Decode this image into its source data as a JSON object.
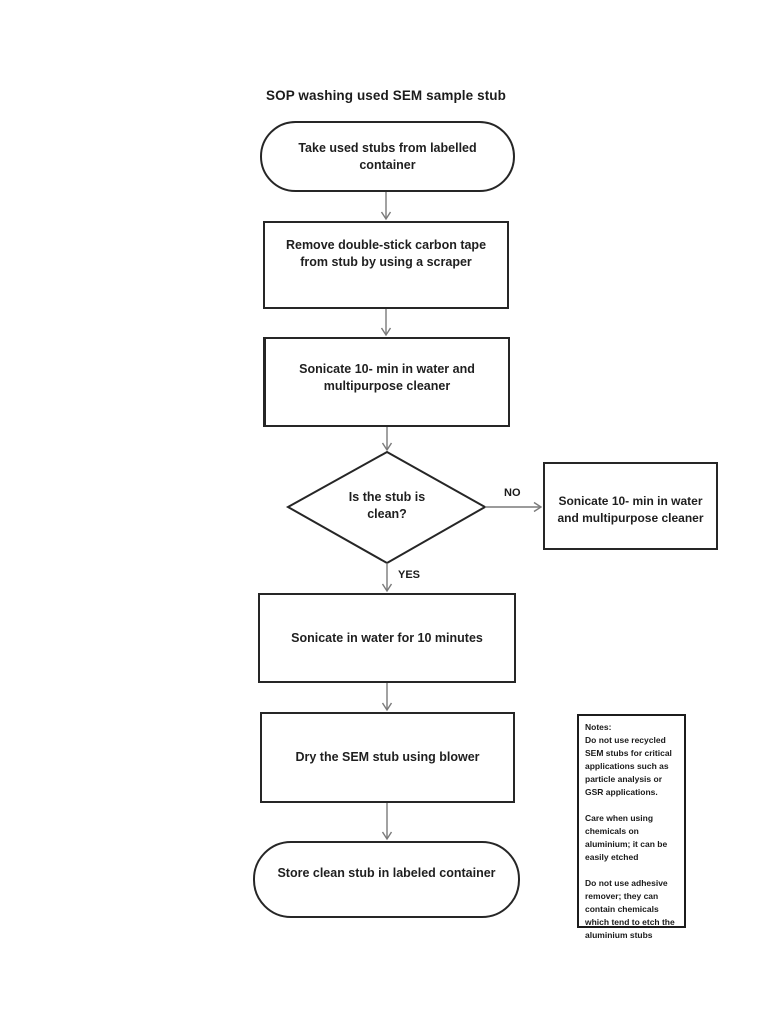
{
  "title": "SOP washing used SEM sample stub",
  "flowchart": {
    "nodes": {
      "start": "Take used stubs from labelled container",
      "remove_tape": "Remove double-stick carbon tape from stub by using a scraper",
      "sonicate_cleaner": "Sonicate 10- min in water and multipurpose cleaner",
      "decision": "Is the stub is clean?",
      "sonicate_repeat": "Sonicate 10- min in water and multipurpose cleaner",
      "sonicate_water": "Sonicate in water for 10 minutes",
      "dry": "Dry the SEM stub using blower",
      "store": "Store clean stub in labeled container"
    },
    "edge_labels": {
      "no": "NO",
      "yes": "YES"
    }
  },
  "notes": {
    "heading": "Notes:",
    "paragraphs": [
      "Do not use recycled SEM stubs for critical applications such as particle analysis or GSR applications.",
      "Care when using chemicals on aluminium; it can be easily etched",
      "Do not use adhesive remover; they can contain chemicals which tend to etch the aluminium stubs"
    ]
  },
  "colors": {
    "background": "#ffffff",
    "shape_border": "#262626",
    "connector": "#7a7a7a",
    "text": "#1f1f1f"
  }
}
